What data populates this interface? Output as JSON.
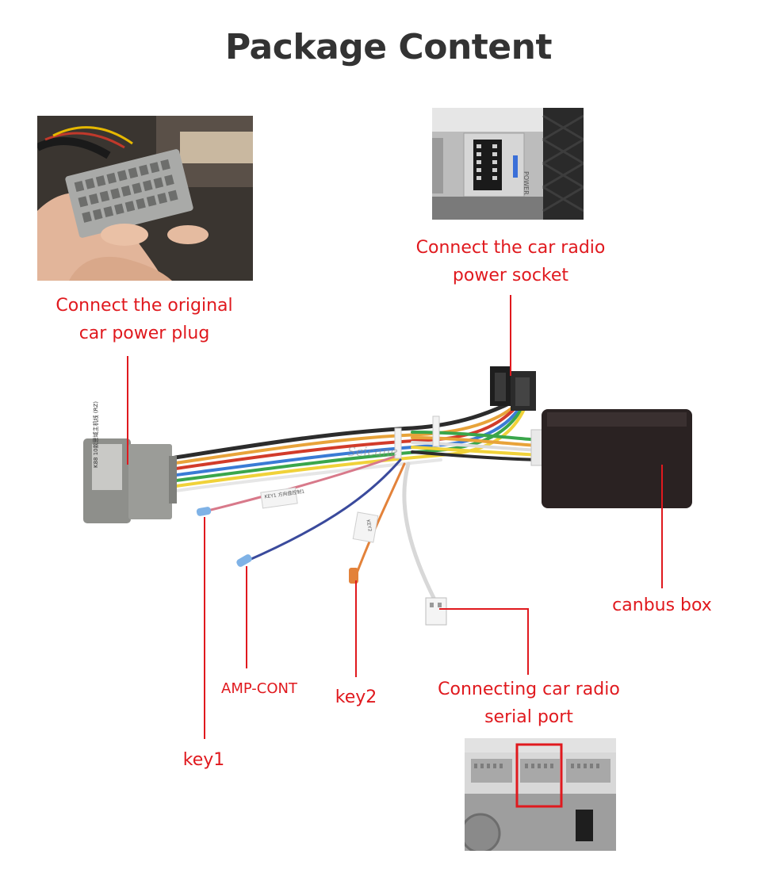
{
  "title": "Package Content",
  "watermark": "Seicane",
  "connector_tags": {
    "main_plug": "K88 10款思域主机线 (RZ)",
    "key1_tag": "KEY1 方向盘控制1",
    "key2_tag": "KEY2"
  },
  "labels": {
    "original_plug": [
      "Connect the original",
      "car power plug"
    ],
    "radio_power": [
      "Connect the car radio",
      "power socket"
    ],
    "canbus_box": "canbus box",
    "amp_cont": "AMP-CONT",
    "key2": "key2",
    "serial_port": [
      "Connecting car radio",
      "serial port"
    ],
    "key1": "key1"
  },
  "photo_texts": {
    "power_socket_marking": "POWER"
  },
  "colors": {
    "label_red": "#e0191e",
    "title_gray": "#333333"
  }
}
